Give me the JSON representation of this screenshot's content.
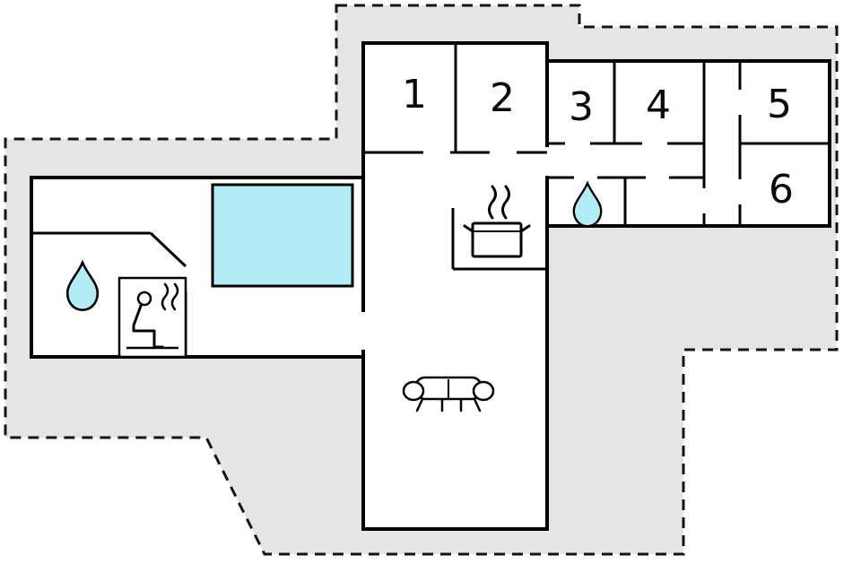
{
  "floorplan": {
    "type": "floor-plan",
    "rooms": [
      {
        "number": "1"
      },
      {
        "number": "2"
      },
      {
        "number": "3"
      },
      {
        "number": "4"
      },
      {
        "number": "5"
      },
      {
        "number": "6"
      }
    ],
    "features": {
      "pool": "pool",
      "bathroom_left": "water-drop",
      "bathroom_right": "water-drop",
      "sauna": "sauna-person-with-heat-waves",
      "kitchen": "cooking-pot-with-steam",
      "living_room": "sofa"
    },
    "colors": {
      "plot": "#e5e5e5",
      "wall": "#000000",
      "water": "#b2edf5",
      "room": "#ffffff"
    }
  }
}
